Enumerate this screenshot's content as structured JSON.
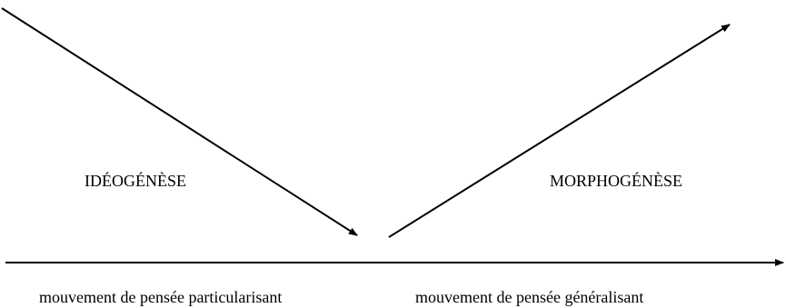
{
  "labels": {
    "left_phase": "IDÉOGÉNÈSE",
    "right_phase": "MORPHOGÉNÈSE",
    "left_movement": "mouvement de pensée particularisant",
    "right_movement": "mouvement de pensée généralisant"
  },
  "colors": {
    "stroke": "#000000",
    "background": "#ffffff"
  }
}
